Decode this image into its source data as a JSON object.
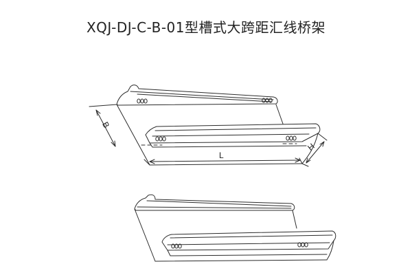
{
  "title": "XQJ-DJ-C-B-01型槽式大跨距汇线桥架",
  "dimensions": {
    "b": "B",
    "h": "H",
    "l": "L"
  },
  "colors": {
    "line": "#2b2b2b",
    "background": "#ffffff"
  }
}
